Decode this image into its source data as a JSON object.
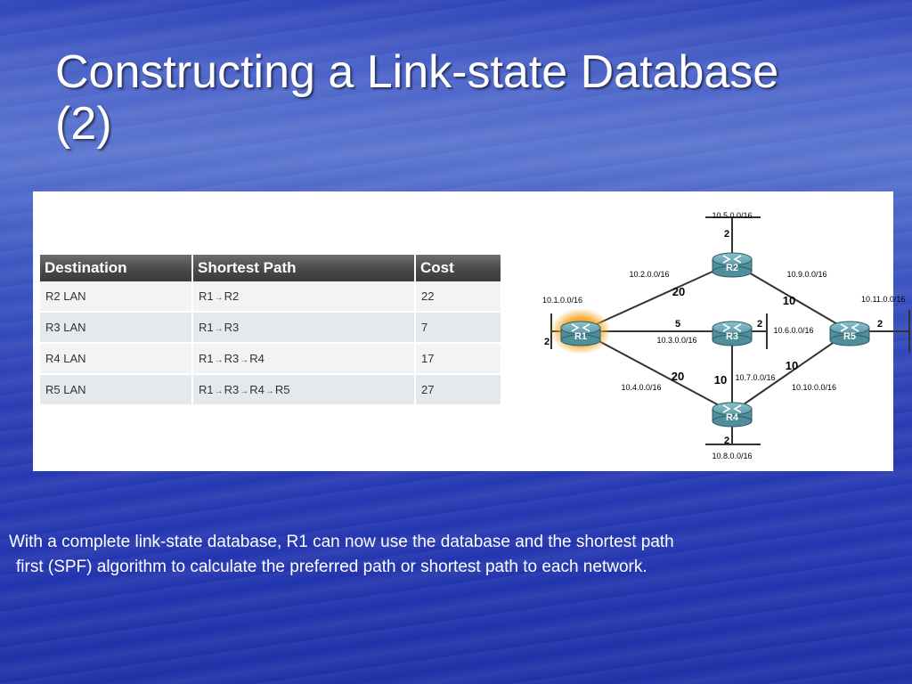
{
  "slide": {
    "title_line1": "Constructing a Link-state Database",
    "title_line2": "(2)",
    "caption_line1": "With a complete link-state database, R1 can now use the database and the shortest path",
    "caption_line2": "first (SPF) algorithm to calculate the preferred path or shortest path to each network."
  },
  "table": {
    "headers": [
      "Destination",
      "Shortest Path",
      "Cost"
    ],
    "rows": [
      {
        "destination": "R2 LAN",
        "path": [
          "R1",
          "R2"
        ],
        "cost": "22"
      },
      {
        "destination": "R3 LAN",
        "path": [
          "R1",
          "R3"
        ],
        "cost": "7"
      },
      {
        "destination": "R4 LAN",
        "path": [
          "R1",
          "R3",
          "R4"
        ],
        "cost": "17"
      },
      {
        "destination": "R5 LAN",
        "path": [
          "R1",
          "R3",
          "R4",
          "R5"
        ],
        "cost": "27"
      }
    ]
  },
  "topology": {
    "routers": [
      "R1",
      "R2",
      "R3",
      "R4",
      "R5"
    ],
    "highlighted_router": "R1",
    "highlight_color": "#f5a623",
    "router_color": "#4f8e9a",
    "networks": {
      "r1_lan": "10.1.0.0/16",
      "r2_lan": "10.5.0.0/16",
      "r3_lan": "10.6.0.0/16",
      "r4_lan": "10.8.0.0/16",
      "r5_lan": "10.11.0.0/16",
      "r1_r2": "10.2.0.0/16",
      "r1_r3": "10.3.0.0/16",
      "r1_r4": "10.4.0.0/16",
      "r3_r4": "10.7.0.0/16",
      "r2_r5": "10.9.0.0/16",
      "r4_r5": "10.10.0.0/16"
    },
    "costs": {
      "r1_lan": "2",
      "r2_lan": "2",
      "r3_lan": "2",
      "r4_lan": "2",
      "r5_lan": "2",
      "r1_r2": "20",
      "r1_r3": "5",
      "r1_r4": "20",
      "r3_r4": "10",
      "r2_r5": "10",
      "r4_r5": "10"
    }
  }
}
